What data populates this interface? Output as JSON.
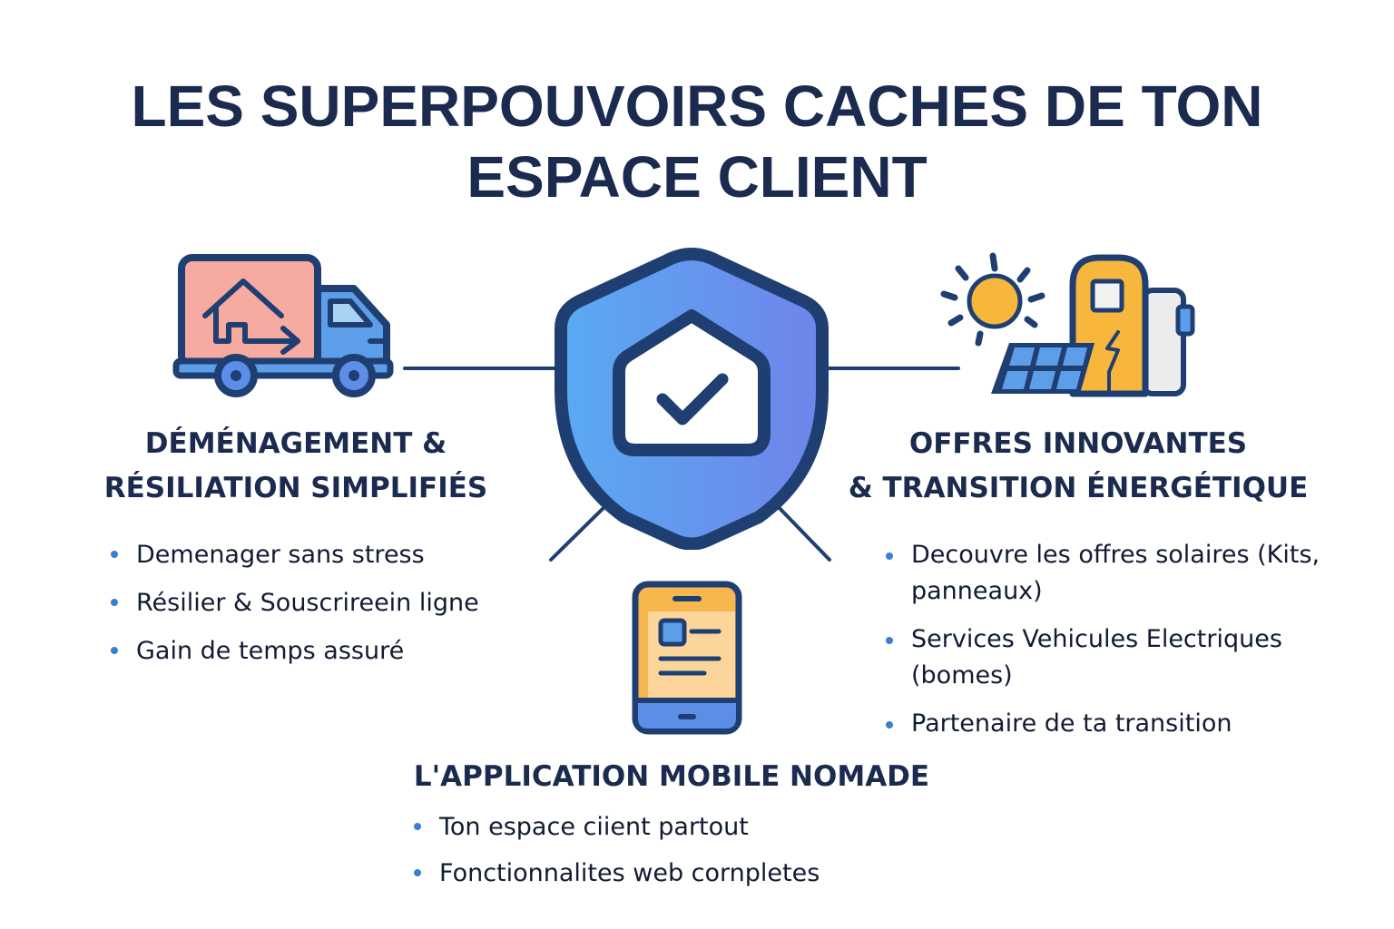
{
  "title": {
    "line1": "LES SUPERPOUVOIRS CACHES DE TON",
    "line2": "ESPACE CLIENT"
  },
  "colors": {
    "title": "#1b2b4f",
    "outline": "#1f3f73",
    "bullet": "#3a7fcf",
    "shield_gradient_start": "#5aa8f0",
    "shield_gradient_end": "#6f86ea",
    "truck_box": "#f6aaa0",
    "truck_cab": "#5c9fe8",
    "solar_yellow": "#f7b63c",
    "phone_screen": "#fbd59a",
    "phone_bottom": "#5c8ee8"
  },
  "center": {
    "icon": "shield-house-check-icon"
  },
  "sections": {
    "left": {
      "icon": "moving-truck-icon",
      "heading_line1": "DÉMÉNAGEMENT &",
      "heading_line2": "RÉSILIATION SIMPLIFIÉS",
      "items": [
        "Demenager sans stress",
        "Résilier & Souscrireein ligne",
        "Gain de temps assuré"
      ]
    },
    "right": {
      "icon": "solar-ev-charger-icon",
      "heading_line1": "OFFRES INNOVANTES",
      "heading_line2": "& TRANSITION ÉNERGÉTIQUE",
      "items": [
        "Decouvre les offres solaires (Kits, panneaux)",
        "Services Vehicules Electriques (bomes)",
        "Partenaire de ta transition"
      ]
    },
    "bottom": {
      "icon": "smartphone-app-icon",
      "heading": "L'APPLICATION MOBILE NOMADE",
      "items": [
        "Ton espace ciient partout",
        "Fonctionnalites web cornpletes"
      ]
    }
  }
}
